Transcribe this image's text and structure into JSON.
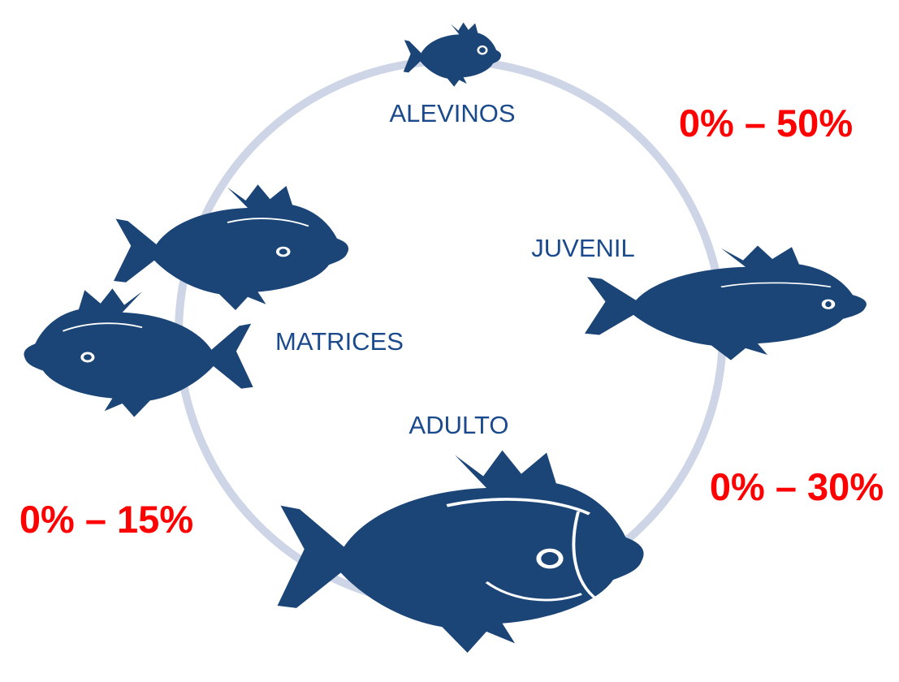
{
  "colors": {
    "fish": "#1b4577",
    "fish_detail": "#ffffff",
    "cycle_ring": "#cdd5e6",
    "stage_text": "#1b4a8c",
    "percent_text": "#ff0000",
    "background": "#ffffff"
  },
  "stages": {
    "alevinos": "ALEVINOS",
    "juvenil": "JUVENIL",
    "adulto": "ADULTO",
    "matrices": "MATRICES"
  },
  "percentages": {
    "alevinos_to_juvenil": "0% – 50%",
    "juvenil_to_adulto": "0% – 30%",
    "adulto_to_matrices": "0% – 15%"
  },
  "icons": {
    "alevinos": "fish-icon",
    "juvenil": "fish-icon",
    "adulto": "fish-icon",
    "matrices": "fish-pair-icon"
  }
}
